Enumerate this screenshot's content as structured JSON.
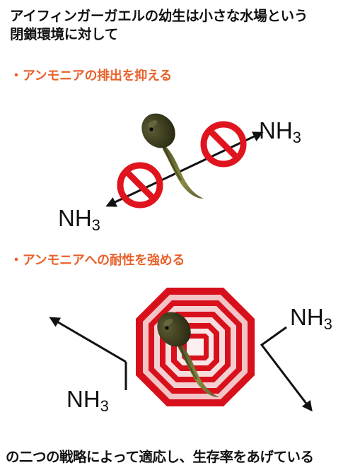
{
  "intro": {
    "line1": "アイフィンガーガエルの幼生は小さな水場という",
    "line2": "閉鎖環境に対して"
  },
  "strategy1": "・アンモニアの排出を抑える",
  "strategy2": "・アンモニアへの耐性を強める",
  "conclusion": "の二つの戦略によって適応し、生存率をあげている",
  "ammonia": {
    "base": "NH",
    "sub": "3"
  },
  "colors": {
    "accent_orange": "#e8622c",
    "prohibit_red": "#e0141e",
    "octagon_red": "#d8101c",
    "tadpole_body": "#3a3a1c",
    "tadpole_tail": "#8a8a42"
  },
  "icons": [
    "tadpole-icon",
    "prohibition-sign-icon",
    "octagon-barrier-icon",
    "arrow-icon"
  ]
}
